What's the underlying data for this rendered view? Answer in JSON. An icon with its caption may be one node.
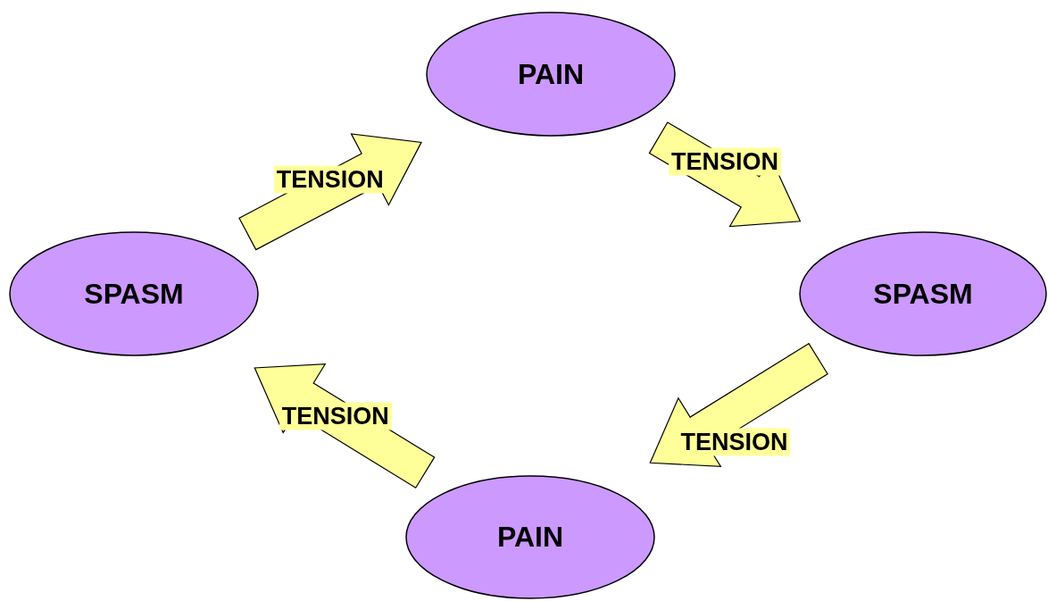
{
  "diagram": {
    "nodes": [
      {
        "text": [
          "PAIN"
        ]
      },
      {
        "text": [
          "SPASM"
        ]
      },
      {
        "text": [
          "PAIN"
        ]
      },
      {
        "text": [
          "SPASM"
        ]
      }
    ],
    "edges": [
      {
        "from": 3,
        "to": 0,
        "arrow": "to",
        "label": "TENSION"
      },
      {
        "from": 0,
        "to": 1,
        "arrow": "to",
        "label": "TENSION"
      },
      {
        "from": 1,
        "to": 2,
        "arrow": "to",
        "label": "TENSION"
      },
      {
        "from": 2,
        "to": 3,
        "arrow": "to",
        "label": "TENSION"
      }
    ]
  }
}
